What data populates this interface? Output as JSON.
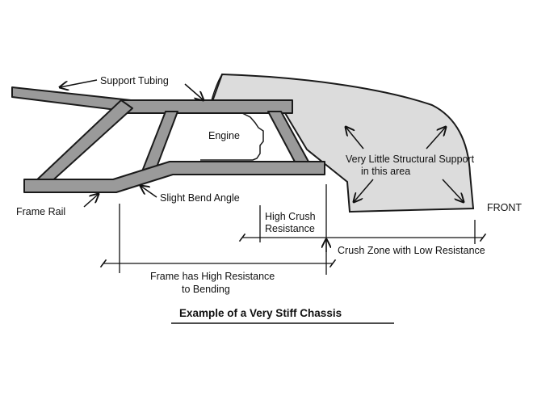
{
  "title": "Example of a Very Stiff Chassis",
  "labels": {
    "support_tubing": "Support Tubing",
    "engine": "Engine",
    "structural_line1": "Very Little Structural Support",
    "structural_line2": "in this area",
    "front": "FRONT",
    "frame_rail": "Frame Rail",
    "slight_bend": "Slight Bend Angle",
    "high_crush_line1": "High Crush",
    "high_crush_line2": "Resistance",
    "crush_zone": "Crush Zone with Low Resistance",
    "frame_resist_line1": "Frame has High Resistance",
    "frame_resist_line2": "to Bending"
  },
  "colors": {
    "tube_fill": "#9a9a9a",
    "body_fill": "#dcdcdc",
    "outline": "#1a1a1a"
  }
}
